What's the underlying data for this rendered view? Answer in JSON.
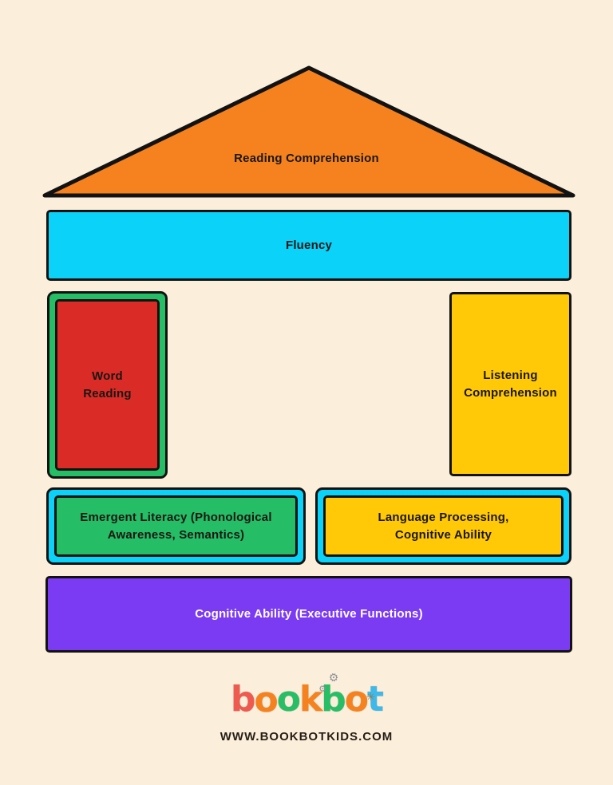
{
  "canvas": {
    "background": "#FBEEDA",
    "outline": "#121212",
    "text_dark": "#1A1713"
  },
  "pyramid": {
    "roof": {
      "label": "Reading Comprehension",
      "fill": "#F5821F"
    },
    "fluency": {
      "label": "Fluency",
      "fill": "#0BD2F8"
    },
    "word_reading": {
      "label": "Word Reading",
      "outer_fill": "#25BE66",
      "inner_fill": "#DA2B27"
    },
    "listening_comprehension": {
      "label": "Listening Comprehension",
      "fill": "#FFC907"
    },
    "emergent_literacy": {
      "label": "Emergent Literacy (Phonological Awareness, Semantics)",
      "outer_fill": "#0BD2F8",
      "inner_fill": "#25BE66"
    },
    "language_processing": {
      "label": "Language Processing, Cognitive Ability",
      "outer_fill": "#0BD2F8",
      "inner_fill": "#FFC907"
    },
    "cognitive_ability": {
      "label": "Cognitive Ability (Executive Functions)",
      "fill": "#7B3BF2",
      "text_color": "#FFFFFF"
    }
  },
  "footer": {
    "logo": {
      "word": "bookbot",
      "letters": [
        {
          "char": "b",
          "color": "#EE5A4F"
        },
        {
          "char": "o",
          "color": "#F5821F"
        },
        {
          "char": "o",
          "color": "#28BE66"
        },
        {
          "char": "k",
          "color": "#F5821F"
        },
        {
          "char": "b",
          "color": "#28BE66"
        },
        {
          "char": "o",
          "color": "#F5821F"
        },
        {
          "char": "t",
          "color": "#3FB9E9"
        }
      ],
      "gear_icon": "⚙",
      "spark_icon": "✳"
    },
    "website": "WWW.BOOKBOTKIDS.COM"
  }
}
